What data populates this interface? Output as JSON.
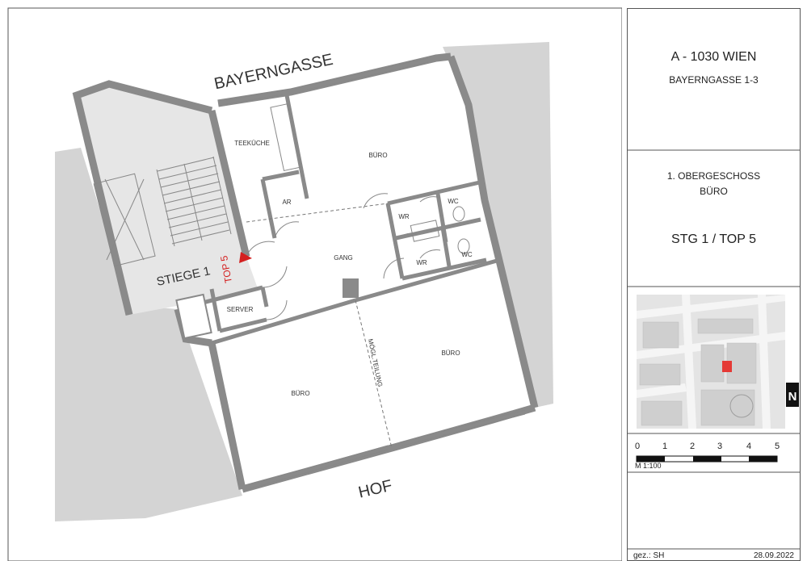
{
  "plan": {
    "street_label": "BAYERNGASSE",
    "courtyard_label": "HOF",
    "stair_label": "STIEGE 1",
    "unit_marker": "TOP 5",
    "rooms": {
      "kitchen": "TEEKÜCHE",
      "office_top": "BÜRO",
      "storage": "AR",
      "wc_upper": "WC",
      "wr_upper": "WR",
      "wr_lower": "WR",
      "wc_lower": "WC",
      "corridor": "GANG",
      "server": "SERVER",
      "office_left": "BÜRO",
      "office_right": "BÜRO",
      "partition_note": "MÖGL.TEILUNG"
    }
  },
  "title_block": {
    "city": "A - 1030 WIEN",
    "address": "BAYERNGASSE 1-3",
    "floor": "1. OBERGESCHOSS",
    "usage": "BÜRO",
    "unit": "STG 1 / TOP 5",
    "north_label": "N",
    "scale_numbers": [
      "0",
      "1",
      "2",
      "3",
      "4",
      "5"
    ],
    "scale_text": "M 1:100",
    "drawn_by": "gez.: SH",
    "date": "28.09.2022"
  },
  "colors": {
    "wall": "#8a8a8a",
    "neighbor": "#d4d4d4",
    "stair_fill": "#e6e6e6",
    "marker": "#d42020",
    "map_highlight": "#e53935"
  }
}
